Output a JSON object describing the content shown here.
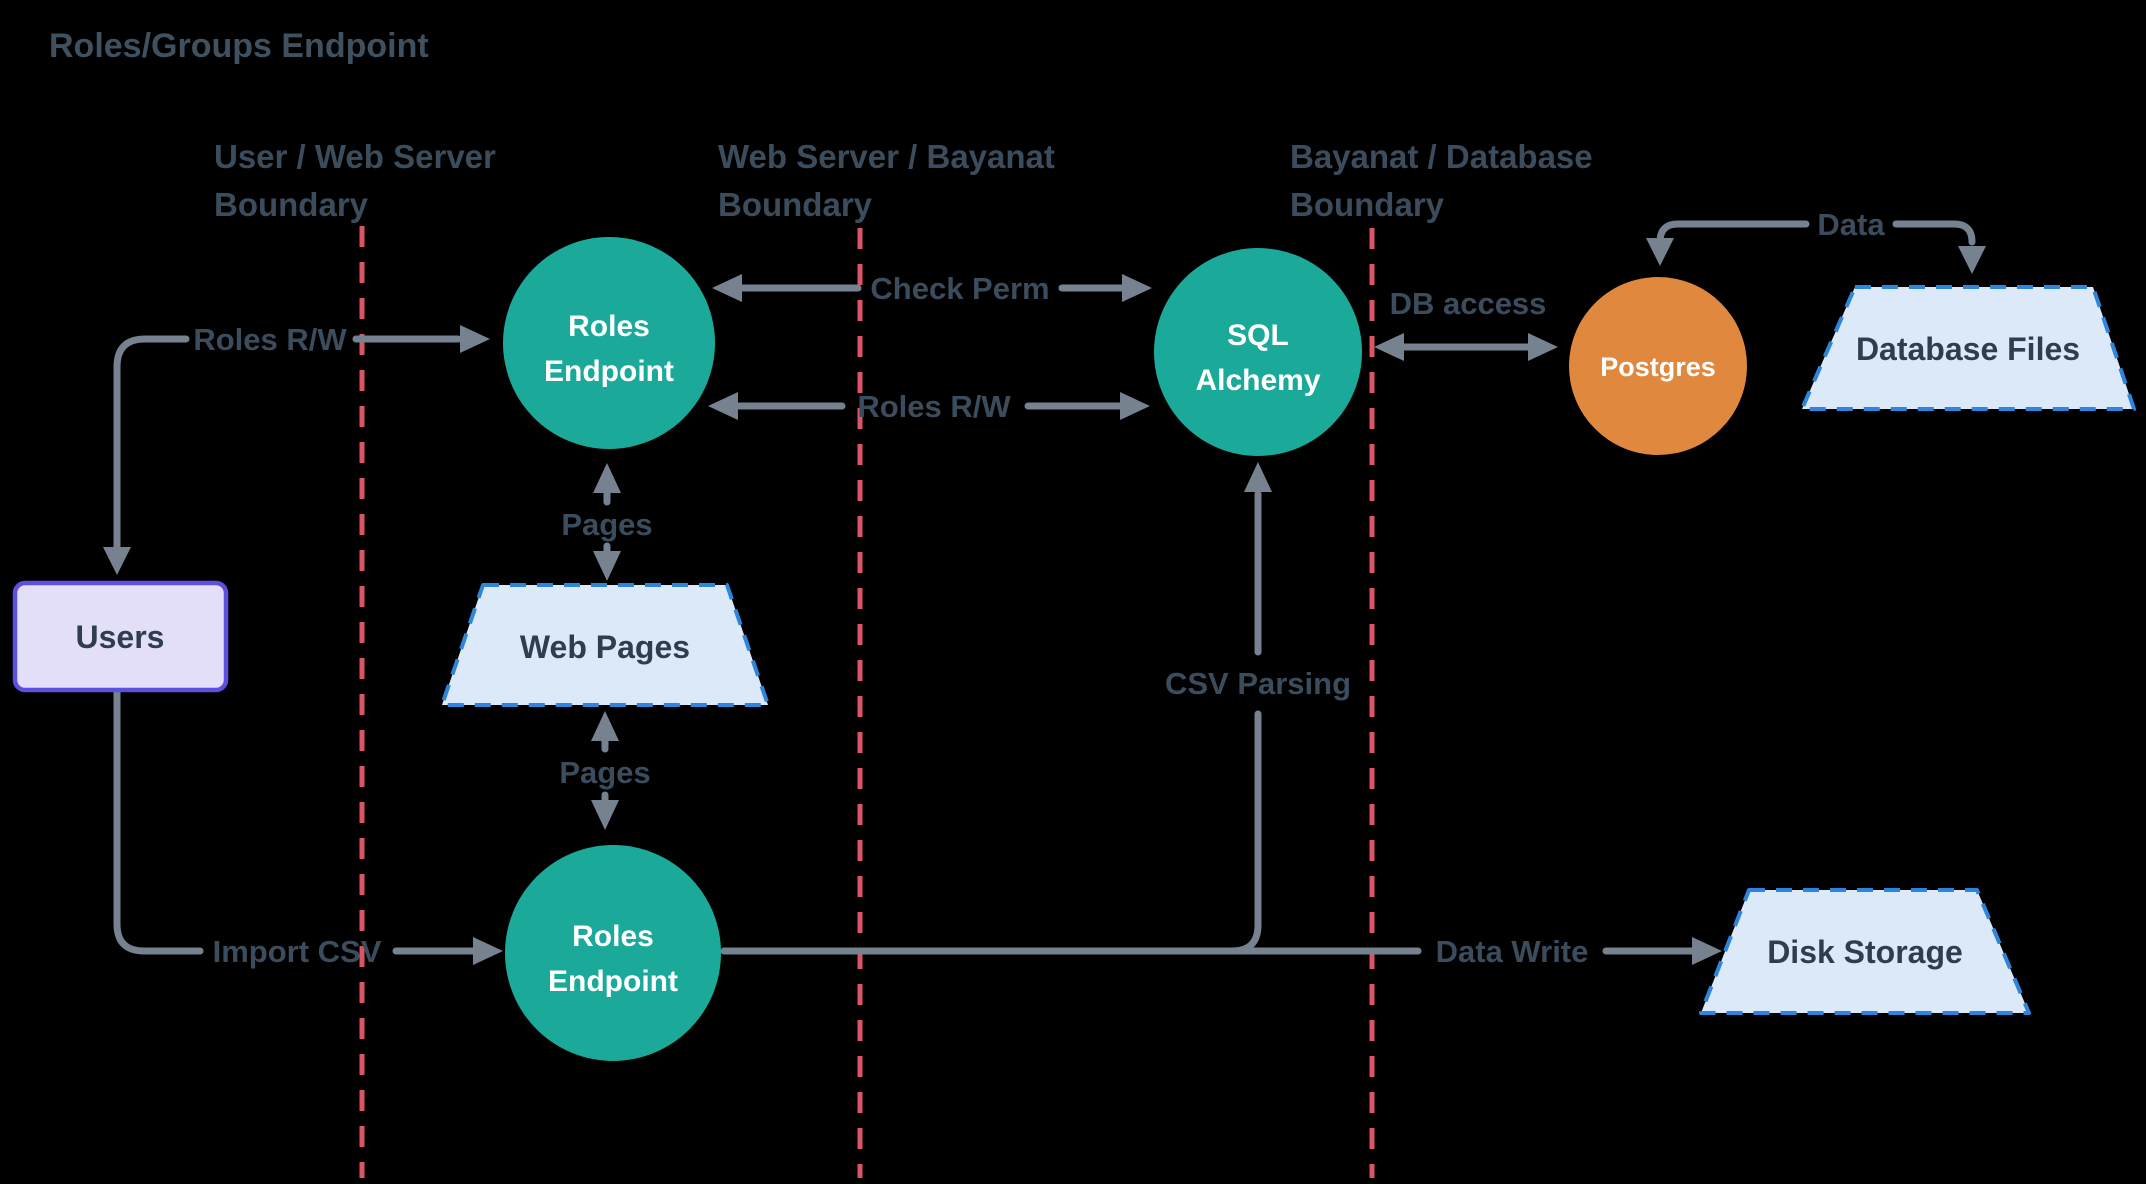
{
  "title": "Roles/Groups Endpoint",
  "colors": {
    "background": "#000000",
    "process_fill": "#1BAA9A",
    "database_fill": "#E0883D",
    "store_fill": "#DCE9F8",
    "store_border": "#2E86DC",
    "actor_fill": "#E4DFF9",
    "actor_border": "#5B50E0",
    "arrow": "#76828F",
    "boundary_line": "#DC5566",
    "label_text": "#3B4D5D",
    "node_text": "#2F3E4E",
    "process_text": "#FFFFFF"
  },
  "boundaries": [
    {
      "line1": "User / Web Server",
      "line2": "Boundary"
    },
    {
      "line1": "Web Server / Bayanat",
      "line2": "Boundary"
    },
    {
      "line1": "Bayanat / Database",
      "line2": "Boundary"
    }
  ],
  "nodes": {
    "users": {
      "label": "Users",
      "type": "actor"
    },
    "roles_endpoint_top": {
      "line1": "Roles",
      "line2": "Endpoint",
      "type": "process"
    },
    "roles_endpoint_bottom": {
      "line1": "Roles",
      "line2": "Endpoint",
      "type": "process"
    },
    "sql_alchemy": {
      "line1": "SQL",
      "line2": "Alchemy",
      "type": "process"
    },
    "postgres": {
      "label": "Postgres",
      "type": "database"
    },
    "web_pages": {
      "label": "Web Pages",
      "type": "store"
    },
    "database_files": {
      "label": "Database Files",
      "type": "store"
    },
    "disk_storage": {
      "label": "Disk Storage",
      "type": "store"
    }
  },
  "flows": {
    "roles_rw_user": {
      "label": "Roles R/W"
    },
    "check_perm": {
      "label": "Check Perm"
    },
    "roles_rw": {
      "label": "Roles R/W"
    },
    "pages_top": {
      "label": "Pages"
    },
    "pages_bottom": {
      "label": "Pages"
    },
    "import_csv": {
      "label": "Import CSV"
    },
    "csv_parsing": {
      "label": "CSV Parsing"
    },
    "data_write": {
      "label": "Data Write"
    },
    "db_access": {
      "label": "DB access"
    },
    "data": {
      "label": "Data"
    }
  }
}
